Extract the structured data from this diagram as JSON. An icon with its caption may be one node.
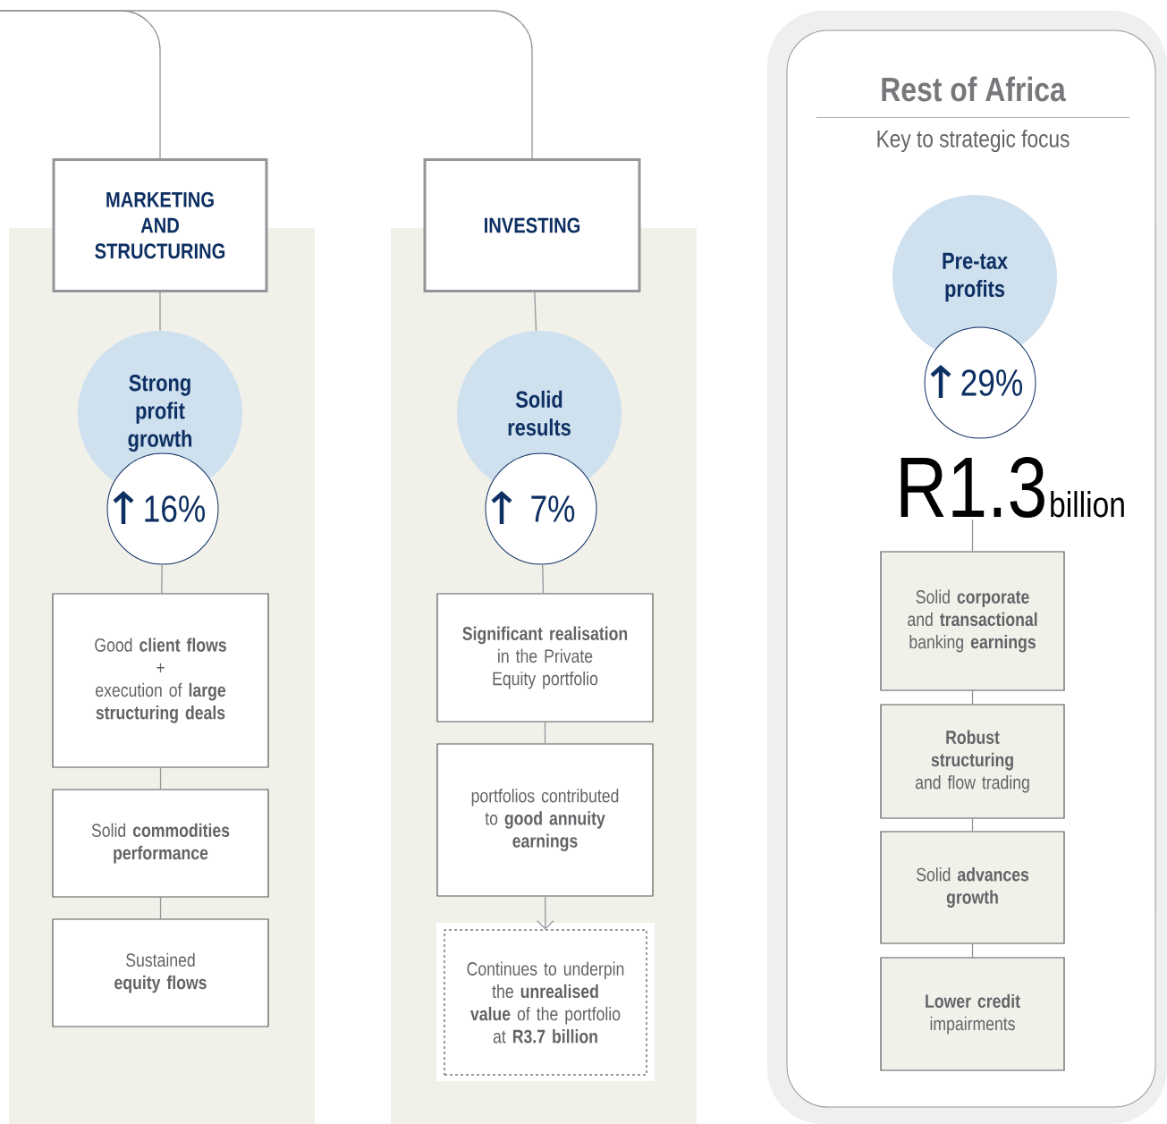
{
  "diagram": {
    "nodes": [
      {
        "text": [
          "MARKETING AND STRUCTURING"
        ]
      },
      {
        "text": [
          "Strong profit growth"
        ]
      },
      {
        "text": [
          "16%"
        ]
      },
      {
        "text": [
          "Good **client flows**",
          "+",
          "execution of **large structuring deals**"
        ]
      },
      {
        "text": [
          "Solid **commodities performance**"
        ]
      },
      {
        "text": [
          "Sustained **equity flows**"
        ]
      },
      {
        "text": [
          "INVESTING"
        ]
      },
      {
        "text": [
          "Solid results"
        ]
      },
      {
        "text": [
          "7%"
        ]
      },
      {
        "text": [
          "**Significant realisation** in the Private Equity portfolio"
        ]
      },
      {
        "text": [
          "portfolios contributed to **good annuity earnings**"
        ]
      },
      {
        "text": [
          "Continues to underpin the **unrealised value** of the portfolio at **R3.7 billion**"
        ]
      },
      {
        "text": [
          "Rest of Africa",
          "Key to strategic focus"
        ]
      },
      {
        "text": [
          "Pre-tax profits"
        ],
        "in": 12
      },
      {
        "text": [
          "29%"
        ],
        "in": 12
      },
      {
        "text": [
          "R1.3",
          "billion"
        ],
        "in": 12
      },
      {
        "text": [
          "Solid **corporate** and **transactional** banking **earnings**"
        ],
        "in": 12
      },
      {
        "text": [
          "**Robust structuring** and flow trading"
        ],
        "in": 12
      },
      {
        "text": [
          "Solid **advances growth**"
        ],
        "in": 12
      },
      {
        "text": [
          "**Lower credit** impairments"
        ],
        "in": 12
      }
    ],
    "edges": [
      {
        "from": null,
        "to": 0,
        "arrow": "none"
      },
      {
        "from": null,
        "to": 6,
        "arrow": "none"
      },
      {
        "from": 0,
        "to": 1,
        "arrow": "none"
      },
      {
        "from": 2,
        "to": 3,
        "arrow": "none"
      },
      {
        "from": 3,
        "to": 4,
        "arrow": "none"
      },
      {
        "from": 4,
        "to": 5,
        "arrow": "none"
      },
      {
        "from": 6,
        "to": 7,
        "arrow": "none"
      },
      {
        "from": 8,
        "to": 9,
        "arrow": "none"
      },
      {
        "from": 9,
        "to": 10,
        "arrow": "none"
      },
      {
        "from": 10,
        "to": 11,
        "arrow": "to"
      },
      {
        "from": 15,
        "to": 16,
        "arrow": "none"
      },
      {
        "from": 16,
        "to": 17,
        "arrow": "none"
      },
      {
        "from": 17,
        "to": 18,
        "arrow": "none"
      },
      {
        "from": 18,
        "to": 19,
        "arrow": "none"
      }
    ]
  }
}
